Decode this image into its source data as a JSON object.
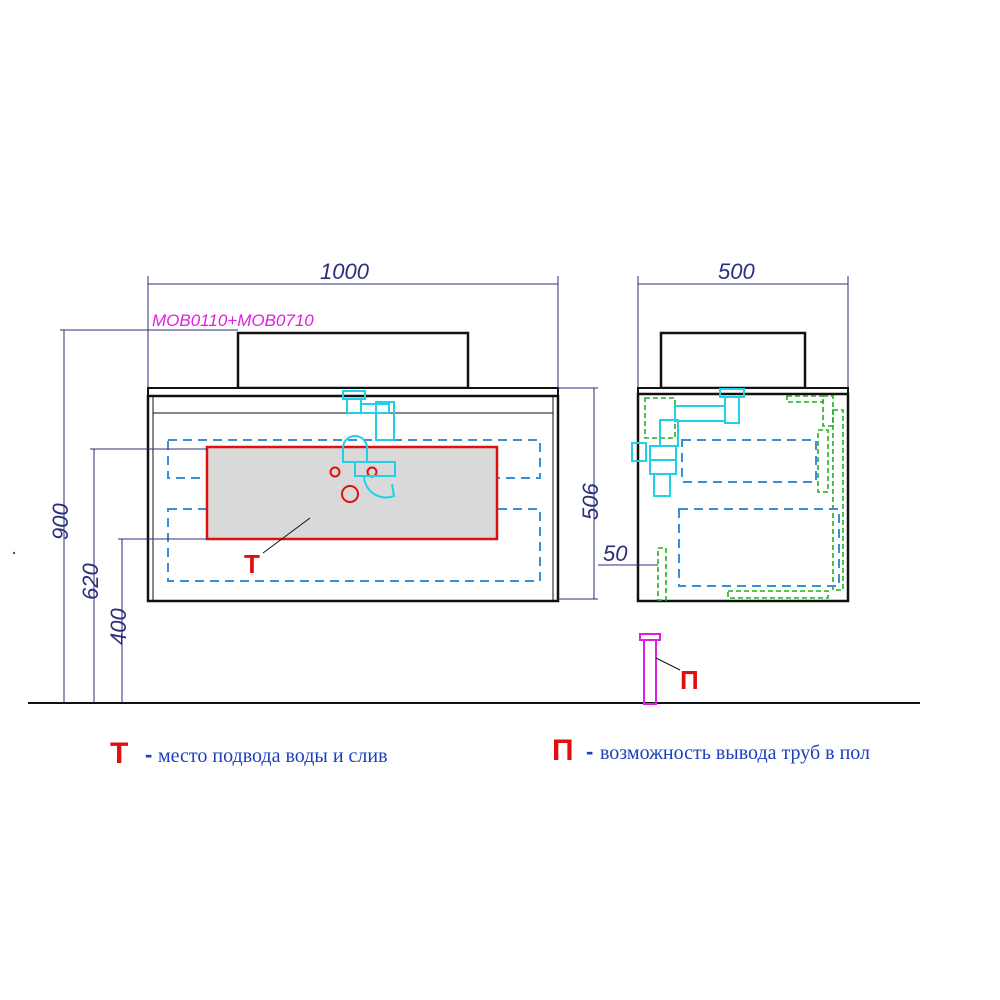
{
  "front_view": {
    "width_label": "1000",
    "model_label": "MOB0110+MOB0710",
    "height_total_label": "900",
    "height_620_label": "620",
    "height_400_label": "400",
    "connection_mark": "Т"
  },
  "side_view": {
    "depth_label": "500",
    "cabinet_height_label": "506",
    "offset_label": "50",
    "floor_outlet_mark": "П"
  },
  "legend": [
    {
      "mark": "Т",
      "separator": "-",
      "text": "место подвода воды и слив"
    },
    {
      "mark": "П",
      "separator": "-",
      "text": "возможность вывода труб в пол"
    }
  ],
  "colors": {
    "dimension": "#2b2f7a",
    "model": "#e020e0",
    "connection_zone": "#e01010",
    "hidden_lines": "#3a8fd8",
    "siphon": "#20d0e8",
    "side_rails": "#20b020"
  }
}
